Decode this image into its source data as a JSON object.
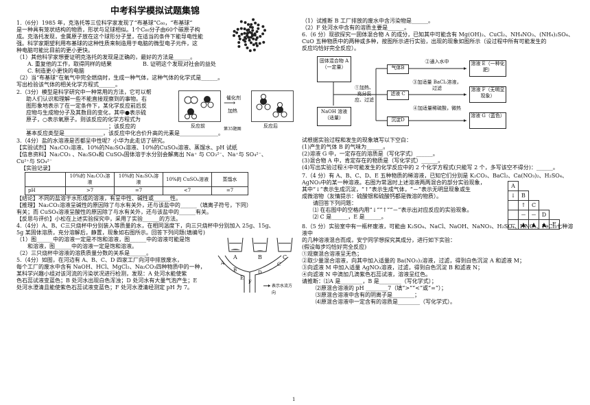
{
  "title": "中考科学模拟试题集锦",
  "triangle": "▲",
  "q1": {
    "stem_1": "1.（6分）1985 年，克洛托等三位科学家发现了“布基球”C₆₀，“布基球”",
    "stem_2": "是一种具有笼状结构的物质，形状与足球相似。1个C₆₀分子由60个碳原子构",
    "stem_3": "成。克洛托发现，金属原子放在这个球形分子里，在适当的条件下能导电性能",
    "stem_4": "强。科学家期望利用布基球的这种性质来制造用于电脑的微型电子元件，这",
    "stem_5": "种电脑可能比目前的更小更快。",
    "sub1": "（1）其他科学家想要证明克洛托的发现是正确的，最好的方法是______。",
    "opt_a": "A. 重复他的工作，取得同样的结果",
    "opt_b": "B. 证明这个发现对社会的益处",
    "opt_c": "C. 制造更小更快的电脑",
    "sub2": "（2）当“布基球”在氧气中完全燃烧时，生成一种气体，这种气体的化学式是______。",
    "sub2b": "写出检验该气体的相关化学方程式______。"
  },
  "q2": {
    "stem_1": "2.（3分）模型是科学研究中一种常用的方法，它可以帮",
    "stem_2": "助人们认识和理解一些不能直接观察到的事物。右",
    "stem_3": "图形象地表示了在一定条件下，某化学反应前后反",
    "stem_4": "应物与生成物分子及其数目的变化，其中●表示硫",
    "stem_5": "原子，○表示氧原子。则该反应的化学方程式为",
    "stem_6": "______________________________；该反应的",
    "stem_7": "基本反应类型是______________，该反应中化合价升高的元素是______________。",
    "label_before": "反应前",
    "label_after": "反应后",
    "label_cond": "催化剂",
    "label_heat": "加热",
    "label_fig": "第35题图"
  },
  "q3": {
    "stem_1": "3.（4分）盐的水溶液是否都呈中性呢？小华为此走访了研究。",
    "line_a": "【实验试剂】Na₂CO₃溶液、10%的Na₂SO₄溶液、10%的CuSO₄溶液、蒸馏水、pH 试纸",
    "line_b": "【信息资料】Na₂CO₃ 、Na₂SO₄和 CuSO₄固体溶于水分别会解离出 Na⁺ 与 CO₃²⁻、Na⁺与 SO₄²⁻、",
    "line_c": "Cu²⁺与 SO₄²⁻",
    "record": "【实验记录】",
    "table_headers": [
      "",
      "10%的 Na₂CO₃溶液",
      "10%的 Na₂SO₄溶液",
      "10%的 CuSO₄溶液",
      "蒸馏水"
    ],
    "table_row": [
      "pH",
      ">7",
      "=7",
      "<7",
      "=7"
    ],
    "line_d": "【结论】不同的盐溶于水形成的溶液，有呈中性、碱性或______性。",
    "line_e": "【推理】Na₂CO₃溶液呈碱性的原因除了与水有关外，还与该盐中的______（填离子符号，下同）",
    "line_f": "有关；而 CuSO₄溶液呈酸性的原因除了与水有关外，还与该盐中的______有关。",
    "line_g": "【反思与评价】小松在上述实验探究中，采用了实验______的方法。"
  },
  "q4": {
    "stem_1": "4.（4分）A、B、C三只烧杯中分别装入等质量的水，在相同温度下，向三只烧杯中分别加入 25g、15g、",
    "stem_2": "5g 某固体溶质，充分溶解后，静置，现象如右图所示。回答下列问题(填编号)",
    "sub1": "（1）图______中的溶液一定是不饱和溶液，图______中的溶液可能是饱",
    "sub1b": "和溶液，图______中的溶液一定是饱和溶液。",
    "sub2": "（2）三只烧杯中溶液的溶质质量分数的关系是______。",
    "beakers": [
      "A",
      "B",
      "C"
    ]
  },
  "q5": {
    "stem_1": "5.（4分）如图，在河边有 A、B、C、D 四家工厂向河中排放废水，",
    "stem_2": "每个工厂的废水中含有 NaOH、HCl、MgCl₂、Na₂CO₃四种物质中的一种，",
    "stem_3": "某科学兴趣小组对该河流的污染状况进行检测，发现：A 处河水能使紫",
    "stem_4": "色石蕊试液变蓝色；B 处河水出现白色浑浊；D 处河水有大量气泡产生；E",
    "stem_5": "处河水澄清且能使紫色石蕊试液变蓝色；F 处河水澄清经测定 pH 为 7。",
    "map_label": "表示水流方向"
  },
  "q5r": {
    "sub1": "（1）试推断 B 工厂排放的废水中含污染物是______。",
    "sub2": "（2）F 处河水中含有的溶质主要是______。"
  },
  "q6": {
    "stem_1": "6.（6 分）现欲探究一固体混合物 A 的成分，已知其中可能含有 Mg(OH)₂、CuCl₂、NH₄NO₃、(NH₄)₂SO₄、",
    "stem_2": "CuO 五种物质中的两种或多种，按图所示进行实验，出现的现象如图所示（设过程中所有可能发生的",
    "stem_3": "反应均恰好完全反应）。",
    "box_solid": "固体混合物 A（一定量）",
    "box_naoh": "NaOH 溶液（适量）",
    "box_step1": "①加热、充分反应、过滤",
    "box_gas": "气体B",
    "box_step2": "②通入水中",
    "box_e": "溶液 E（一种化肥）",
    "box_filtrate": "滤液 C",
    "box_step3": "③加适量 BaCl₂溶液，过滤",
    "box_f": "溶液 F（无明显现象）",
    "box_precip": "沉淀D",
    "box_step4": "④加适量稀硫酸，微热",
    "box_g": "溶液 G（蓝色）",
    "ask": "试根据实验过程和发生的现象填写以下空白：",
    "s1": "(1)产生的气体 B 的气味为______。",
    "s2": "(2)溶液 G 中，一定存在的溶质是（写化学式）______。",
    "s3": "(3)混合物 A 中，肯定存在的物质是（写化学式）______。",
    "s4": "(4)写出实验过程④中可能发生的化学反应中的 2 个化学方程式(只能写 2 个，多写该空不得分)：______。"
  },
  "q7": {
    "stem_1": "7.（4 分）有 A、B、C、D、E 五种物质的稀溶液，已知它们分别是 K₂CO₃、BaCl₂、Ca(NO₃)₂、H₂SO₄、",
    "stem_2": "AgNO₃中的某一种溶液。右图为常温时上述溶液两两混合的部分实验现象，",
    "stem_3": "其中“↓”表示生成沉淀，“↑”表示生成气体，“－”表示无明显现象或生",
    "stem_4": "成微溶物（友情提示：硫酸银和硫酸钙都是微溶的物质）。",
    "stem_5": "请回答下列问题：",
    "sub1": "⑴ 在右图中的空格内用“↓”“↑”“－”表示出对应反应的实验现象。",
    "sub2": "⑵ C 是______，E 是______。",
    "grid": [
      [
        "A",
        "",
        "",
        "",
        ""
      ],
      [
        "↓",
        "B",
        "",
        "",
        ""
      ],
      [
        "",
        "↑",
        "C",
        "",
        ""
      ],
      [
        "",
        "－",
        "－",
        "D",
        ""
      ],
      [
        "－",
        "▲",
        "▲",
        "▲",
        "E"
      ]
    ]
  },
  "q8": {
    "stem_1": "8.（5 分）实验室中有一瓶杯废液，可能由 K₂SO₄、NaCl、NaOH、NaNO₃、H₂SO₄、HNO₃、FeCl₃七种溶液中",
    "stem_2": "的几种溶液混合而成，安宁同学想探究其成分，进行如下实验：",
    "stem_3": "(假设每步均恰好完全反应)",
    "step1": "①观察混合溶液呈无色；",
    "step2": "②取少量混合溶液，向其中加入适量的 Ba(NO₃)₂溶液，过滤，得到白色沉淀 A 和滤液 M；",
    "step3": "③向滤液 M 中加入适量 AgNO₃溶液，过滤，得到白色沉淀 B 和滤液 N；",
    "step4": "④向滤液 N 中滴加几滴紫色石蕊试液，溶液呈红色。",
    "ask": "请推断：⑴A 是________，B 是________（写化学式）；",
    "a2": "⑵原混合溶液的 pH ________7（填“>”“<”或“=”）；",
    "a3": "⑶原混合溶液中含有的阴离子是________；",
    "a4": "⑷原混合溶液中一定含有的溶质是________（写化学式）。"
  },
  "page_number": "1"
}
